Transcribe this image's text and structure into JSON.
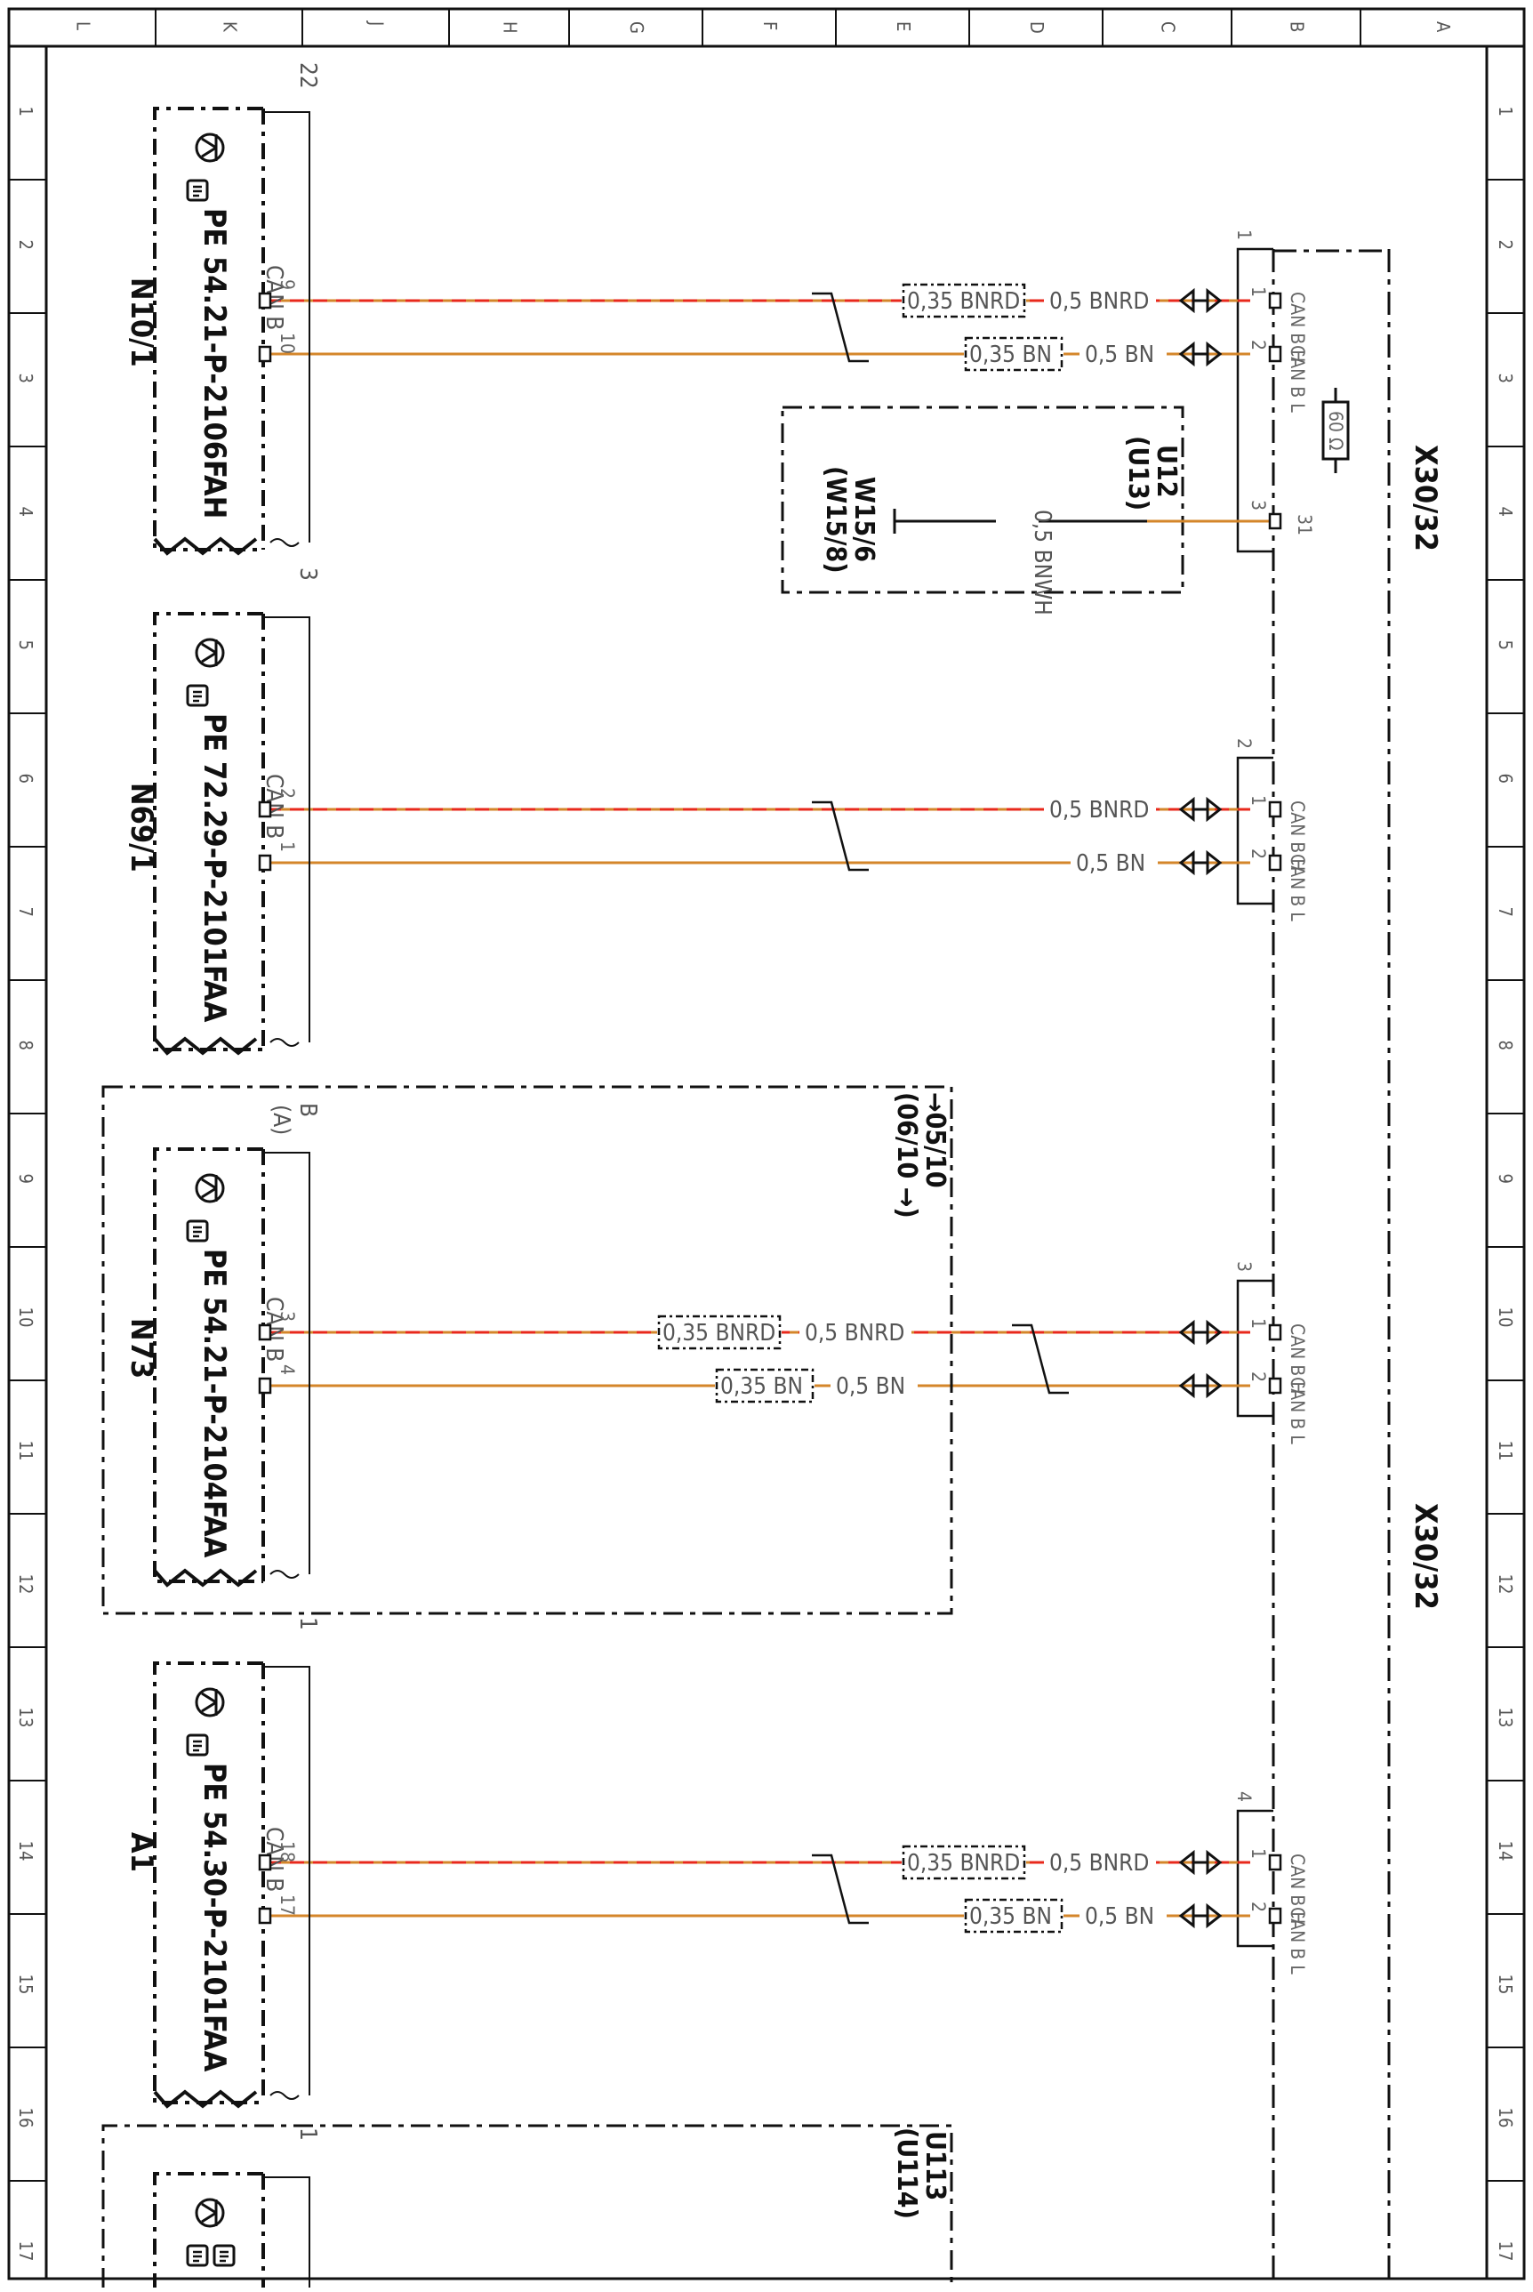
{
  "grid": {
    "columns": [
      "L",
      "K",
      "J",
      "H",
      "G",
      "F",
      "E",
      "D",
      "C",
      "B",
      "A"
    ],
    "rows": [
      "1",
      "2",
      "3",
      "4",
      "5",
      "6",
      "7",
      "8",
      "9",
      "10",
      "11",
      "12",
      "13",
      "14",
      "15",
      "16",
      "17"
    ]
  },
  "connector": {
    "name": "X30/32",
    "name_repeat": "X30/32",
    "resistor": "60 Ω",
    "ground_pin": "31",
    "pin_h": "CAN B H",
    "pin_l": "CAN B L",
    "pin_h_num": "1",
    "pin_l_num": "2",
    "pin_g_num": "3",
    "groups": [
      "1",
      "2",
      "3",
      "4"
    ]
  },
  "wires": {
    "bnrd_small": "0,35 BNRD",
    "bnrd": "0,5 BNRD",
    "bn_small": "0,35 BN",
    "bn": "0,5 BN",
    "bnwh": "0,5 BNWH"
  },
  "modules": [
    {
      "name": "N10/1",
      "ref": "PE 54.21-P-2106FAH",
      "bus": "CAN B",
      "index": "22",
      "pin_h": "9",
      "pin_l": "10"
    },
    {
      "name": "N69/1",
      "ref": "PE 72.29-P-2101FAA",
      "bus": "CAN B",
      "index": "3",
      "pin_h": "2",
      "pin_l": "1"
    },
    {
      "name": "N73",
      "ref": "PE 54.21-P-2104FAA",
      "bus": "CAN B",
      "index": "B",
      "sub": "(A)",
      "pin_h": "3",
      "pin_l": "4"
    },
    {
      "name": "A1",
      "ref": "PE 54.30-P-2101FAA",
      "bus": "CAN B",
      "index": "1",
      "pin_h": "18",
      "pin_l": "17"
    },
    {
      "index": "1"
    }
  ],
  "ground_box": {
    "line1": "U12",
    "line2": "(U13)",
    "ground1": "W15/6",
    "ground2": "(W15/8)"
  },
  "variant_box": {
    "line1": "→05/10",
    "line2": "(06/10 →)"
  },
  "bottom_box": {
    "line1": "U113",
    "line2": "(U114)"
  },
  "colors": {
    "brown": "#d4862a",
    "red": "#e8291c",
    "frame": "#111111"
  }
}
